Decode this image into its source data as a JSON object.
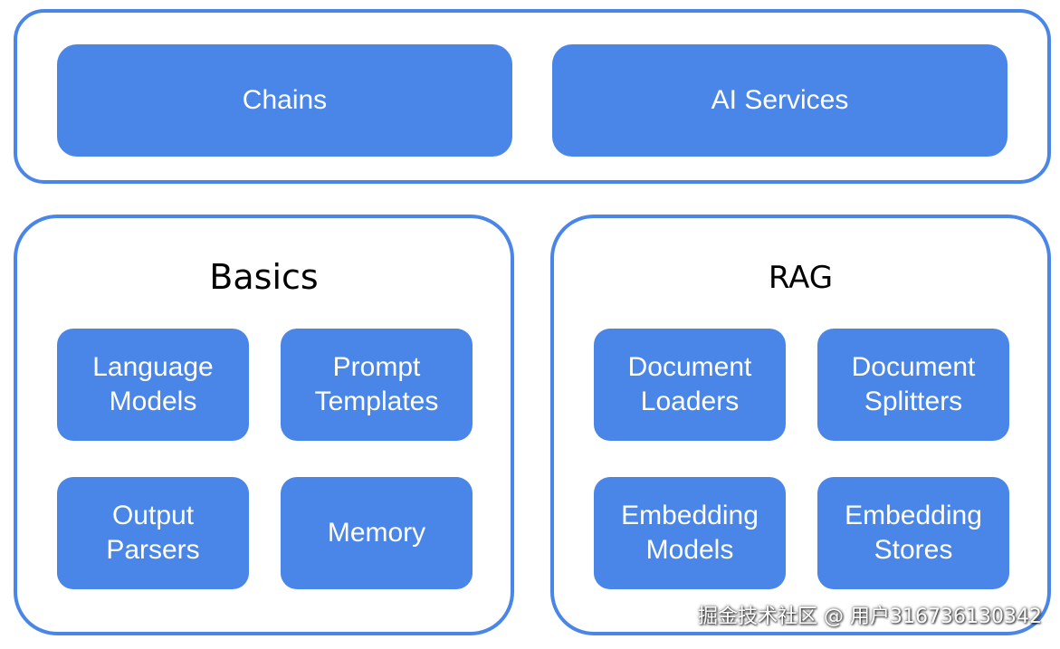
{
  "top": {
    "chains": "Chains",
    "ai_services": "AI Services"
  },
  "basics": {
    "title": "Basics",
    "language_models": [
      "Language",
      "Models"
    ],
    "prompt_templates": [
      "Prompt",
      "Templates"
    ],
    "output_parsers": [
      "Output",
      "Parsers"
    ],
    "memory": "Memory"
  },
  "rag": {
    "title": "RAG",
    "document_loaders": [
      "Document",
      "Loaders"
    ],
    "document_splitters": [
      "Document",
      "Splitters"
    ],
    "embedding_models": [
      "Embedding",
      "Models"
    ],
    "embedding_stores": [
      "Embedding",
      "Stores"
    ]
  },
  "watermark": "掘金技术社区 @ 用户316736130342",
  "colors": {
    "accent": "#4a86e8",
    "box_text": "#ffffff",
    "title_text": "#000000"
  }
}
